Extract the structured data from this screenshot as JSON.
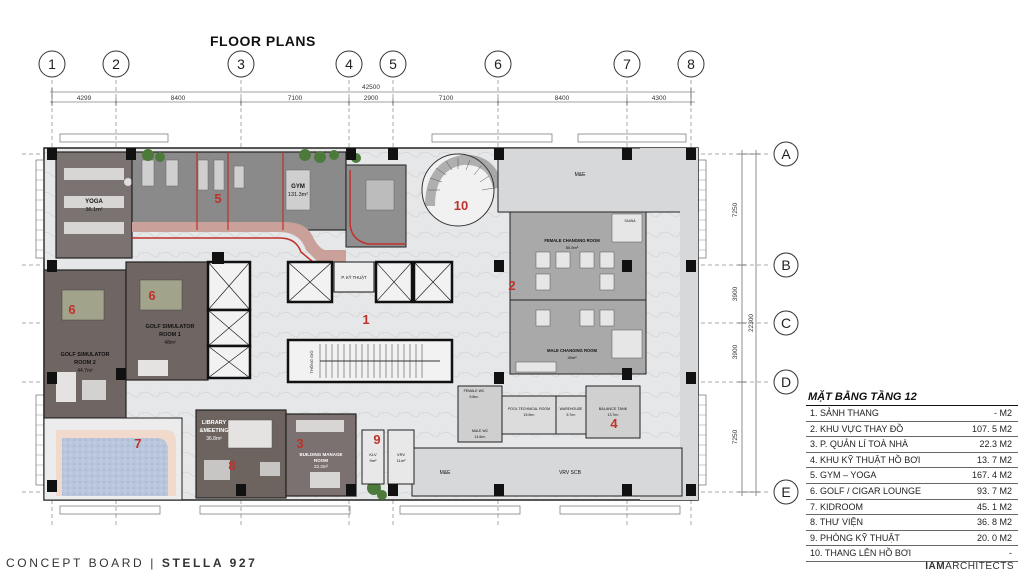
{
  "header": {
    "title": "FLOOR PLANS"
  },
  "footer": {
    "left_a": "CONCEPT BOARD  |  ",
    "left_b": "STELLA 927",
    "right_a": "IAM",
    "right_b": "ARCHITECTS"
  },
  "grid": {
    "columns": [
      "1",
      "2",
      "3",
      "4",
      "5",
      "6",
      "7",
      "8"
    ],
    "rows": [
      "A",
      "B",
      "C",
      "D",
      "E"
    ],
    "top_dims": [
      "4299",
      "8400",
      "7100",
      "2900",
      "7100",
      "8400",
      "4300"
    ],
    "total_dim": "42500",
    "right_dims": [
      "7250",
      "3900",
      "3900",
      "7250"
    ],
    "right_total": "22300"
  },
  "rooms": {
    "yoga": {
      "name": "YOGA",
      "area": "36.1m²"
    },
    "gym": {
      "name": "GYM",
      "area": "131.3m²"
    },
    "golf1": {
      "name": "GOLF SIMULATOR ROOM 1",
      "line1": "GOLF SIMULATOR",
      "line2": "ROOM 1",
      "area": "48m²"
    },
    "golf2": {
      "line1": "GOLF SIMULATOR",
      "line2": "ROOM 2",
      "area": "44.7m²"
    },
    "library": {
      "line1": "LIBRARY",
      "line2": "&MEETING",
      "area": "36.8m²"
    },
    "building": {
      "line1": "BUILDING MANAGE",
      "line2": "ROOM",
      "area": "22.3m²"
    },
    "me_top": "M&E",
    "me_bottom": "M&E",
    "vrv_scb": "VRV SCB",
    "female": {
      "name": "FEMALE CHANGING ROOM",
      "area": "50.5m²"
    },
    "male": {
      "name": "MALE CHANGING ROOM",
      "area": "49m²"
    },
    "pool_tech": {
      "name": "POOL TECHNICAL ROOM",
      "area": "15.9m²"
    },
    "warehouse": {
      "name": "WAREHOUSE",
      "area": "5.7m²"
    },
    "balance": {
      "name": "BALANCE TANK",
      "area": "13.7m²"
    },
    "female_wc": {
      "name": "FEMALE WC",
      "area": "5.8m²"
    },
    "male_wc": {
      "name": "MALE WC",
      "area": "14.6m²"
    },
    "kt": "P. KỸ THUẬT",
    "klv": {
      "name": "KLV",
      "area": "9m²"
    },
    "vrv": {
      "name": "VRV",
      "area": "11m²"
    },
    "thong_gio": "THÔNG GIÓ",
    "sauna": "SAUNA"
  },
  "numbers": [
    "1",
    "2",
    "3",
    "4",
    "5",
    "6",
    "6",
    "7",
    "8",
    "9",
    "10"
  ],
  "legend": {
    "title": "MẶT BẰNG TẦNG 12",
    "rows": [
      {
        "name": "1. SẢNH THANG",
        "value": "- M2"
      },
      {
        "name": "2. KHU VỰC THAY ĐỒ",
        "value": "107. 5 M2"
      },
      {
        "name": "3. P. QUẢN LÍ TOÀ NHÀ",
        "value": "22.3 M2"
      },
      {
        "name": "4. KHU KỸ THUẬT HỒ BƠI",
        "value": "13. 7 M2"
      },
      {
        "name": "5. GYM – YOGA",
        "value": "167. 4 M2"
      },
      {
        "name": "6. GOLF / CIGAR LOUNGE",
        "value": "93. 7 M2"
      },
      {
        "name": "7. KIDROOM",
        "value": "45. 1 M2"
      },
      {
        "name": "8. THƯ VIỆN",
        "value": "36. 8 M2"
      },
      {
        "name": "9. PHÒNG KỸ THUẬT",
        "value": "20. 0 M2"
      },
      {
        "name": "10. THANG LÊN HỒ BƠI",
        "value": "-"
      }
    ]
  },
  "colors": {
    "accent_red": "#c0312b",
    "gym_floor": "#8a8a8a",
    "yoga_floor": "#7c7470",
    "golf_floor": "#6e6560",
    "light_floor": "#d9dadb",
    "wall": "#1b1b1b"
  }
}
